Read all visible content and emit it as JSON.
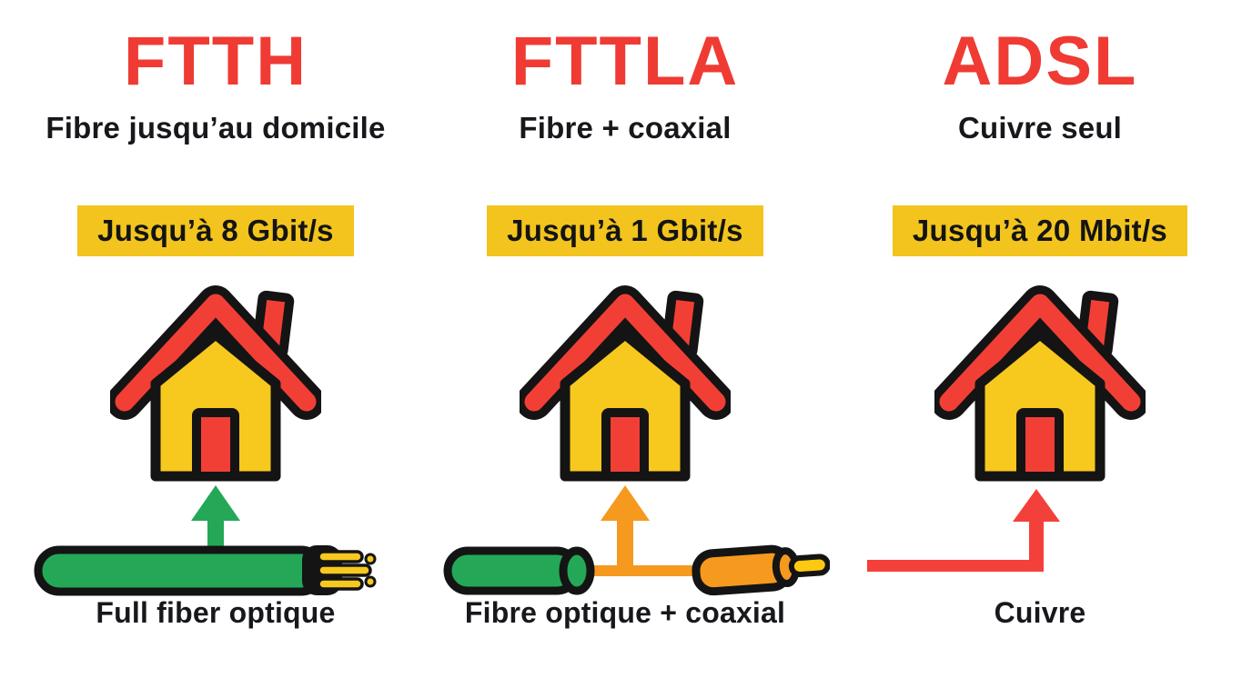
{
  "page": {
    "background": "#FFFFFF"
  },
  "colors": {
    "title_red": "#EF3B33",
    "text_black": "#17181C",
    "badge_yellow": "#F2C41D",
    "house_yellow": "#F7C81E",
    "house_red": "#F23F36",
    "outline_black": "#141414",
    "fiber_green": "#24A857",
    "coax_orange": "#F5991F",
    "coax_core_yellow": "#FFC912",
    "copper_red": "#F4403A"
  },
  "icons": {
    "house": "house-icon",
    "fiber_cable": "fiber-cable-icon",
    "coax_cable": "coax-cable-icon",
    "copper_line": "copper-line-icon",
    "up_arrow": "up-arrow-icon"
  },
  "columns": [
    {
      "id": "ftth",
      "title": "FTTH",
      "subtitle": "Fibre jusqu’au domicile",
      "speed_badge": "Jusqu’à 8 Gbit/s",
      "medium_label": "Full fiber optique",
      "arrow_color": "#24A857",
      "cable_type": "full fiber"
    },
    {
      "id": "fttla",
      "title": "FTTLA",
      "subtitle": "Fibre + coaxial",
      "speed_badge": "Jusqu’à 1 Gbit/s",
      "medium_label": "Fibre optique + coaxial",
      "arrow_color": "#F5991F",
      "cable_type": "fiber + coax"
    },
    {
      "id": "adsl",
      "title": "ADSL",
      "subtitle": "Cuivre seul",
      "speed_badge": "Jusqu’à 20 Mbit/s",
      "medium_label": "Cuivre",
      "arrow_color": "#F4403A",
      "cable_type": "copper"
    }
  ]
}
